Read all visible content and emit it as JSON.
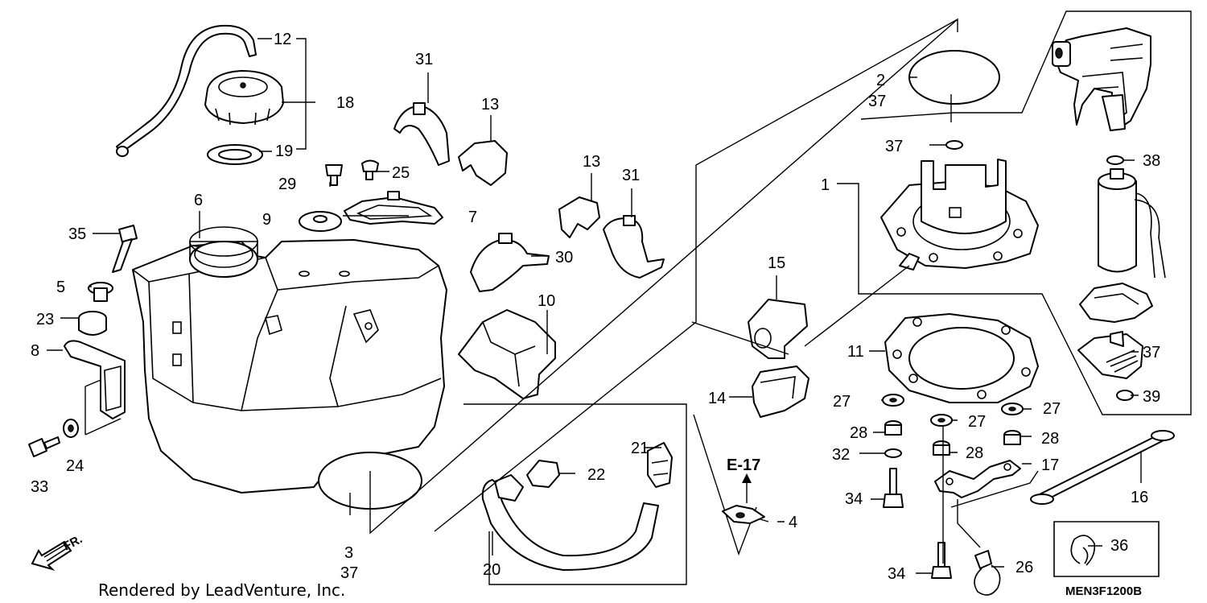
{
  "callouts": {
    "c1": "1",
    "c2": "2",
    "c3": "3",
    "c4": "4",
    "c5": "5",
    "c6": "6",
    "c7": "7",
    "c8": "8",
    "c9": "9",
    "c10": "10",
    "c11": "11",
    "c12": "12",
    "c13a": "13",
    "c13b": "13",
    "c14": "14",
    "c15": "15",
    "c16": "16",
    "c17": "17",
    "c18": "18",
    "c19": "19",
    "c20": "20",
    "c21": "21",
    "c22": "22",
    "c23": "23",
    "c24": "24",
    "c25": "25",
    "c26": "26",
    "c27a": "27",
    "c27b": "27",
    "c27c": "27",
    "c28a": "28",
    "c28b": "28",
    "c28c": "28",
    "c29": "29",
    "c30": "30",
    "c31a": "31",
    "c31b": "31",
    "c32": "32",
    "c33": "33",
    "c34a": "34",
    "c34b": "34",
    "c35": "35",
    "c36": "36",
    "c37a": "37",
    "c37b": "37",
    "c37c": "37",
    "c37d": "37",
    "c38": "38",
    "c39": "39"
  },
  "reference": "E-17",
  "direction": "FR.",
  "footer": "Rendered by LeadVenture, Inc.",
  "diagram_code": "MEN3F1200B"
}
